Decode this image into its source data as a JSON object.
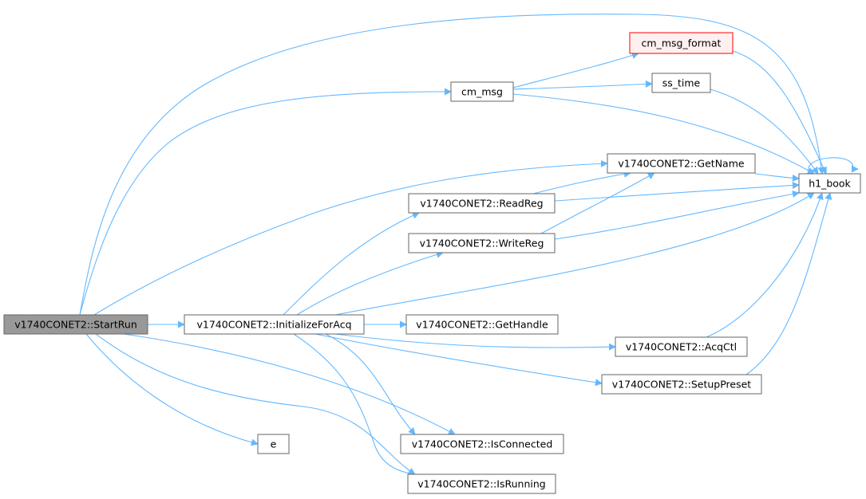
{
  "colors": {
    "edge": "#63b8ff",
    "node_border": "#666666",
    "node_fill": "#ffffff",
    "root_fill": "#999999",
    "root_border": "#666666",
    "missing_border": "#ff0000",
    "missing_fill": "#fff0f0"
  },
  "nodes": [
    {
      "id": "start_run",
      "label": "v1740CONET2::StartRun",
      "style": "root"
    },
    {
      "id": "init_acq",
      "label": "v1740CONET2::InitializeForAcq",
      "style": "normal"
    },
    {
      "id": "cm_msg",
      "label": "cm_msg",
      "style": "normal"
    },
    {
      "id": "cm_msg_format",
      "label": "cm_msg_format",
      "style": "missing"
    },
    {
      "id": "ss_time",
      "label": "ss_time",
      "style": "normal"
    },
    {
      "id": "h1_book",
      "label": "h1_book",
      "style": "normal"
    },
    {
      "id": "get_name",
      "label": "v1740CONET2::GetName",
      "style": "normal"
    },
    {
      "id": "read_reg",
      "label": "v1740CONET2::ReadReg",
      "style": "normal"
    },
    {
      "id": "write_reg",
      "label": "v1740CONET2::WriteReg",
      "style": "normal"
    },
    {
      "id": "get_handle",
      "label": "v1740CONET2::GetHandle",
      "style": "normal"
    },
    {
      "id": "acq_ctl",
      "label": "v1740CONET2::AcqCtl",
      "style": "normal"
    },
    {
      "id": "setup_preset",
      "label": "v1740CONET2::SetupPreset",
      "style": "normal"
    },
    {
      "id": "is_connected",
      "label": "v1740CONET2::IsConnected",
      "style": "normal"
    },
    {
      "id": "e",
      "label": "e",
      "style": "normal"
    },
    {
      "id": "is_running",
      "label": "v1740CONET2::IsRunning",
      "style": "normal"
    }
  ],
  "edges": [
    {
      "from": "start_run",
      "to": "h1_book"
    },
    {
      "from": "start_run",
      "to": "cm_msg"
    },
    {
      "from": "start_run",
      "to": "get_name"
    },
    {
      "from": "start_run",
      "to": "init_acq"
    },
    {
      "from": "start_run",
      "to": "is_connected"
    },
    {
      "from": "start_run",
      "to": "e"
    },
    {
      "from": "start_run",
      "to": "is_running"
    },
    {
      "from": "cm_msg",
      "to": "cm_msg_format"
    },
    {
      "from": "cm_msg",
      "to": "ss_time"
    },
    {
      "from": "cm_msg",
      "to": "h1_book"
    },
    {
      "from": "cm_msg_format",
      "to": "h1_book"
    },
    {
      "from": "ss_time",
      "to": "h1_book"
    },
    {
      "from": "h1_book",
      "to": "h1_book"
    },
    {
      "from": "get_name",
      "to": "h1_book"
    },
    {
      "from": "read_reg",
      "to": "get_name"
    },
    {
      "from": "read_reg",
      "to": "h1_book"
    },
    {
      "from": "write_reg",
      "to": "get_name"
    },
    {
      "from": "write_reg",
      "to": "h1_book"
    },
    {
      "from": "init_acq",
      "to": "read_reg"
    },
    {
      "from": "init_acq",
      "to": "write_reg"
    },
    {
      "from": "init_acq",
      "to": "h1_book"
    },
    {
      "from": "init_acq",
      "to": "get_handle"
    },
    {
      "from": "init_acq",
      "to": "acq_ctl"
    },
    {
      "from": "init_acq",
      "to": "setup_preset"
    },
    {
      "from": "init_acq",
      "to": "is_connected"
    },
    {
      "from": "init_acq",
      "to": "is_running"
    },
    {
      "from": "acq_ctl",
      "to": "h1_book"
    },
    {
      "from": "setup_preset",
      "to": "h1_book"
    }
  ]
}
